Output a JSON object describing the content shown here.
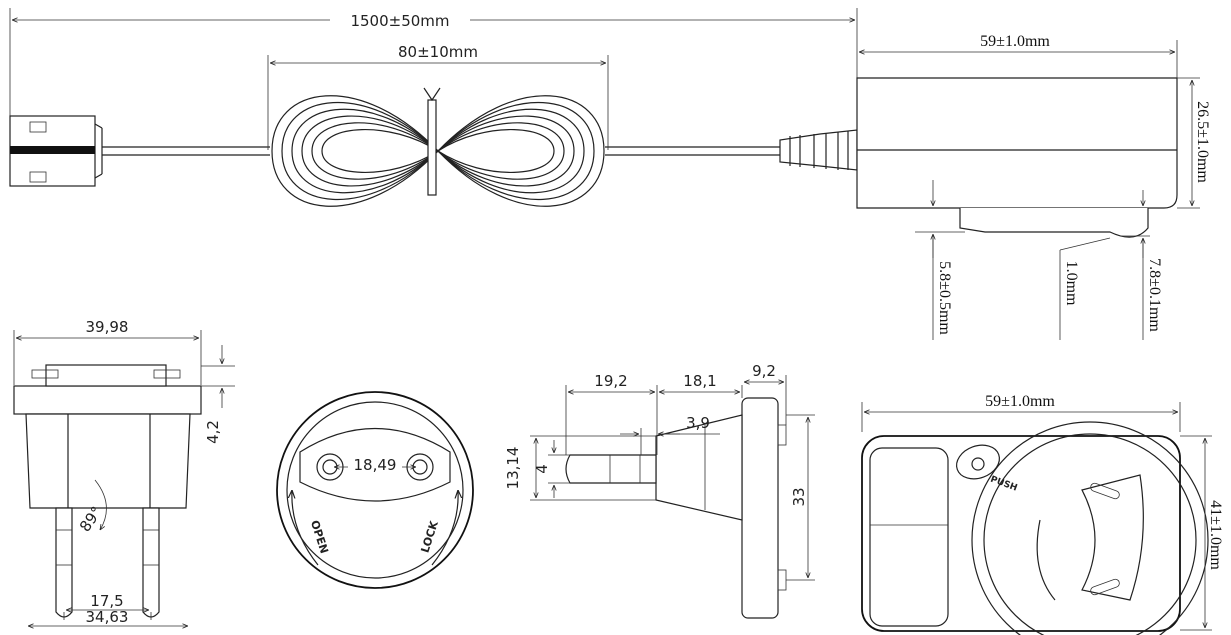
{
  "top_view": {
    "cable_length": "1500±50mm",
    "coil_width": "80±10mm",
    "body_length": "59±1.0mm",
    "body_height": "26.5±1.0mm",
    "offset_a": "5.8±0.5mm",
    "offset_b": "1.0mm",
    "offset_c": "7.8±0.1mm"
  },
  "front_view": {
    "width": "39,98",
    "step": "4,2",
    "angle": "89°",
    "pin_spacing": "17,5",
    "base_width": "34,63"
  },
  "plug_face": {
    "pin_distance": "18,49",
    "open_label": "OPEN",
    "lock_label": "LOCK"
  },
  "side_view": {
    "pin_length": "19,2",
    "collar_length": "18,1",
    "flange": "9,2",
    "shoulder": "3,9",
    "pin_dia": "4",
    "pin_height": "13,14",
    "flange_height": "33"
  },
  "rear_view": {
    "width": "59±1.0mm",
    "height": "41±1.0mm",
    "push_label": "PUSH"
  }
}
